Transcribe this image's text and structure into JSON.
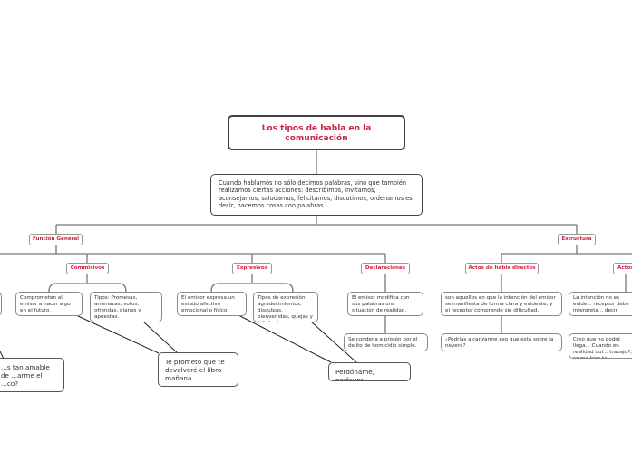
{
  "title": "Los tipos de habla en la comunicación",
  "intro": "Cuando hablamos no sólo decimos palabras, sino que también realizamos ciertas acciones: describimos, invitamos, aconsejamos, saludamos, felicitamos, discutimos, ordenamos es decir, hacemos cosas con palabras.",
  "funcion_general": {
    "label": "Función General",
    "commisivos": {
      "label": "Commisivos",
      "desc": "Comprometen al emisor a hacer algo en el futuro.",
      "tipos": "Tipos: Promesas, amenazas, votos, ofrendas, planes y apuestas.",
      "example": "Te prometo que te devolveré el libro mañana."
    },
    "expresivos": {
      "label": "Expresivos",
      "desc": "El emisor expresa un estado afectivo emocional o físico.",
      "tipos": "Tipos de expresión: agradecimientos, disculpas, bienvenidas, quejas y felicitaciones.",
      "example": "Perdóname, porfavor"
    },
    "declaraciones": {
      "label": "Declaraciones",
      "desc": "El emisor modifica con sus palabras una situación de realidad.",
      "example": "Se condena a prisión por el delito de homicidio simple."
    },
    "left_example": "...s tan amable de ...arme el ...co?"
  },
  "estructura": {
    "label": "Estructura",
    "directos": {
      "label": "Actos de habla directos",
      "desc": "son aquellos en que la intención del emisor se manifiesta de forma clara y evidente, y el receptor comprende sin dificultad.",
      "example": "¿Podrías alcanzarme eso que está sobre la nevera?"
    },
    "indirectos": {
      "label": "Actos",
      "desc": "La intención no es evide... receptor debe interpreta... decir",
      "example": "Creo que no podré llega... Cuando en realidad qui... trabajo?, se me hizo ta..."
    }
  }
}
